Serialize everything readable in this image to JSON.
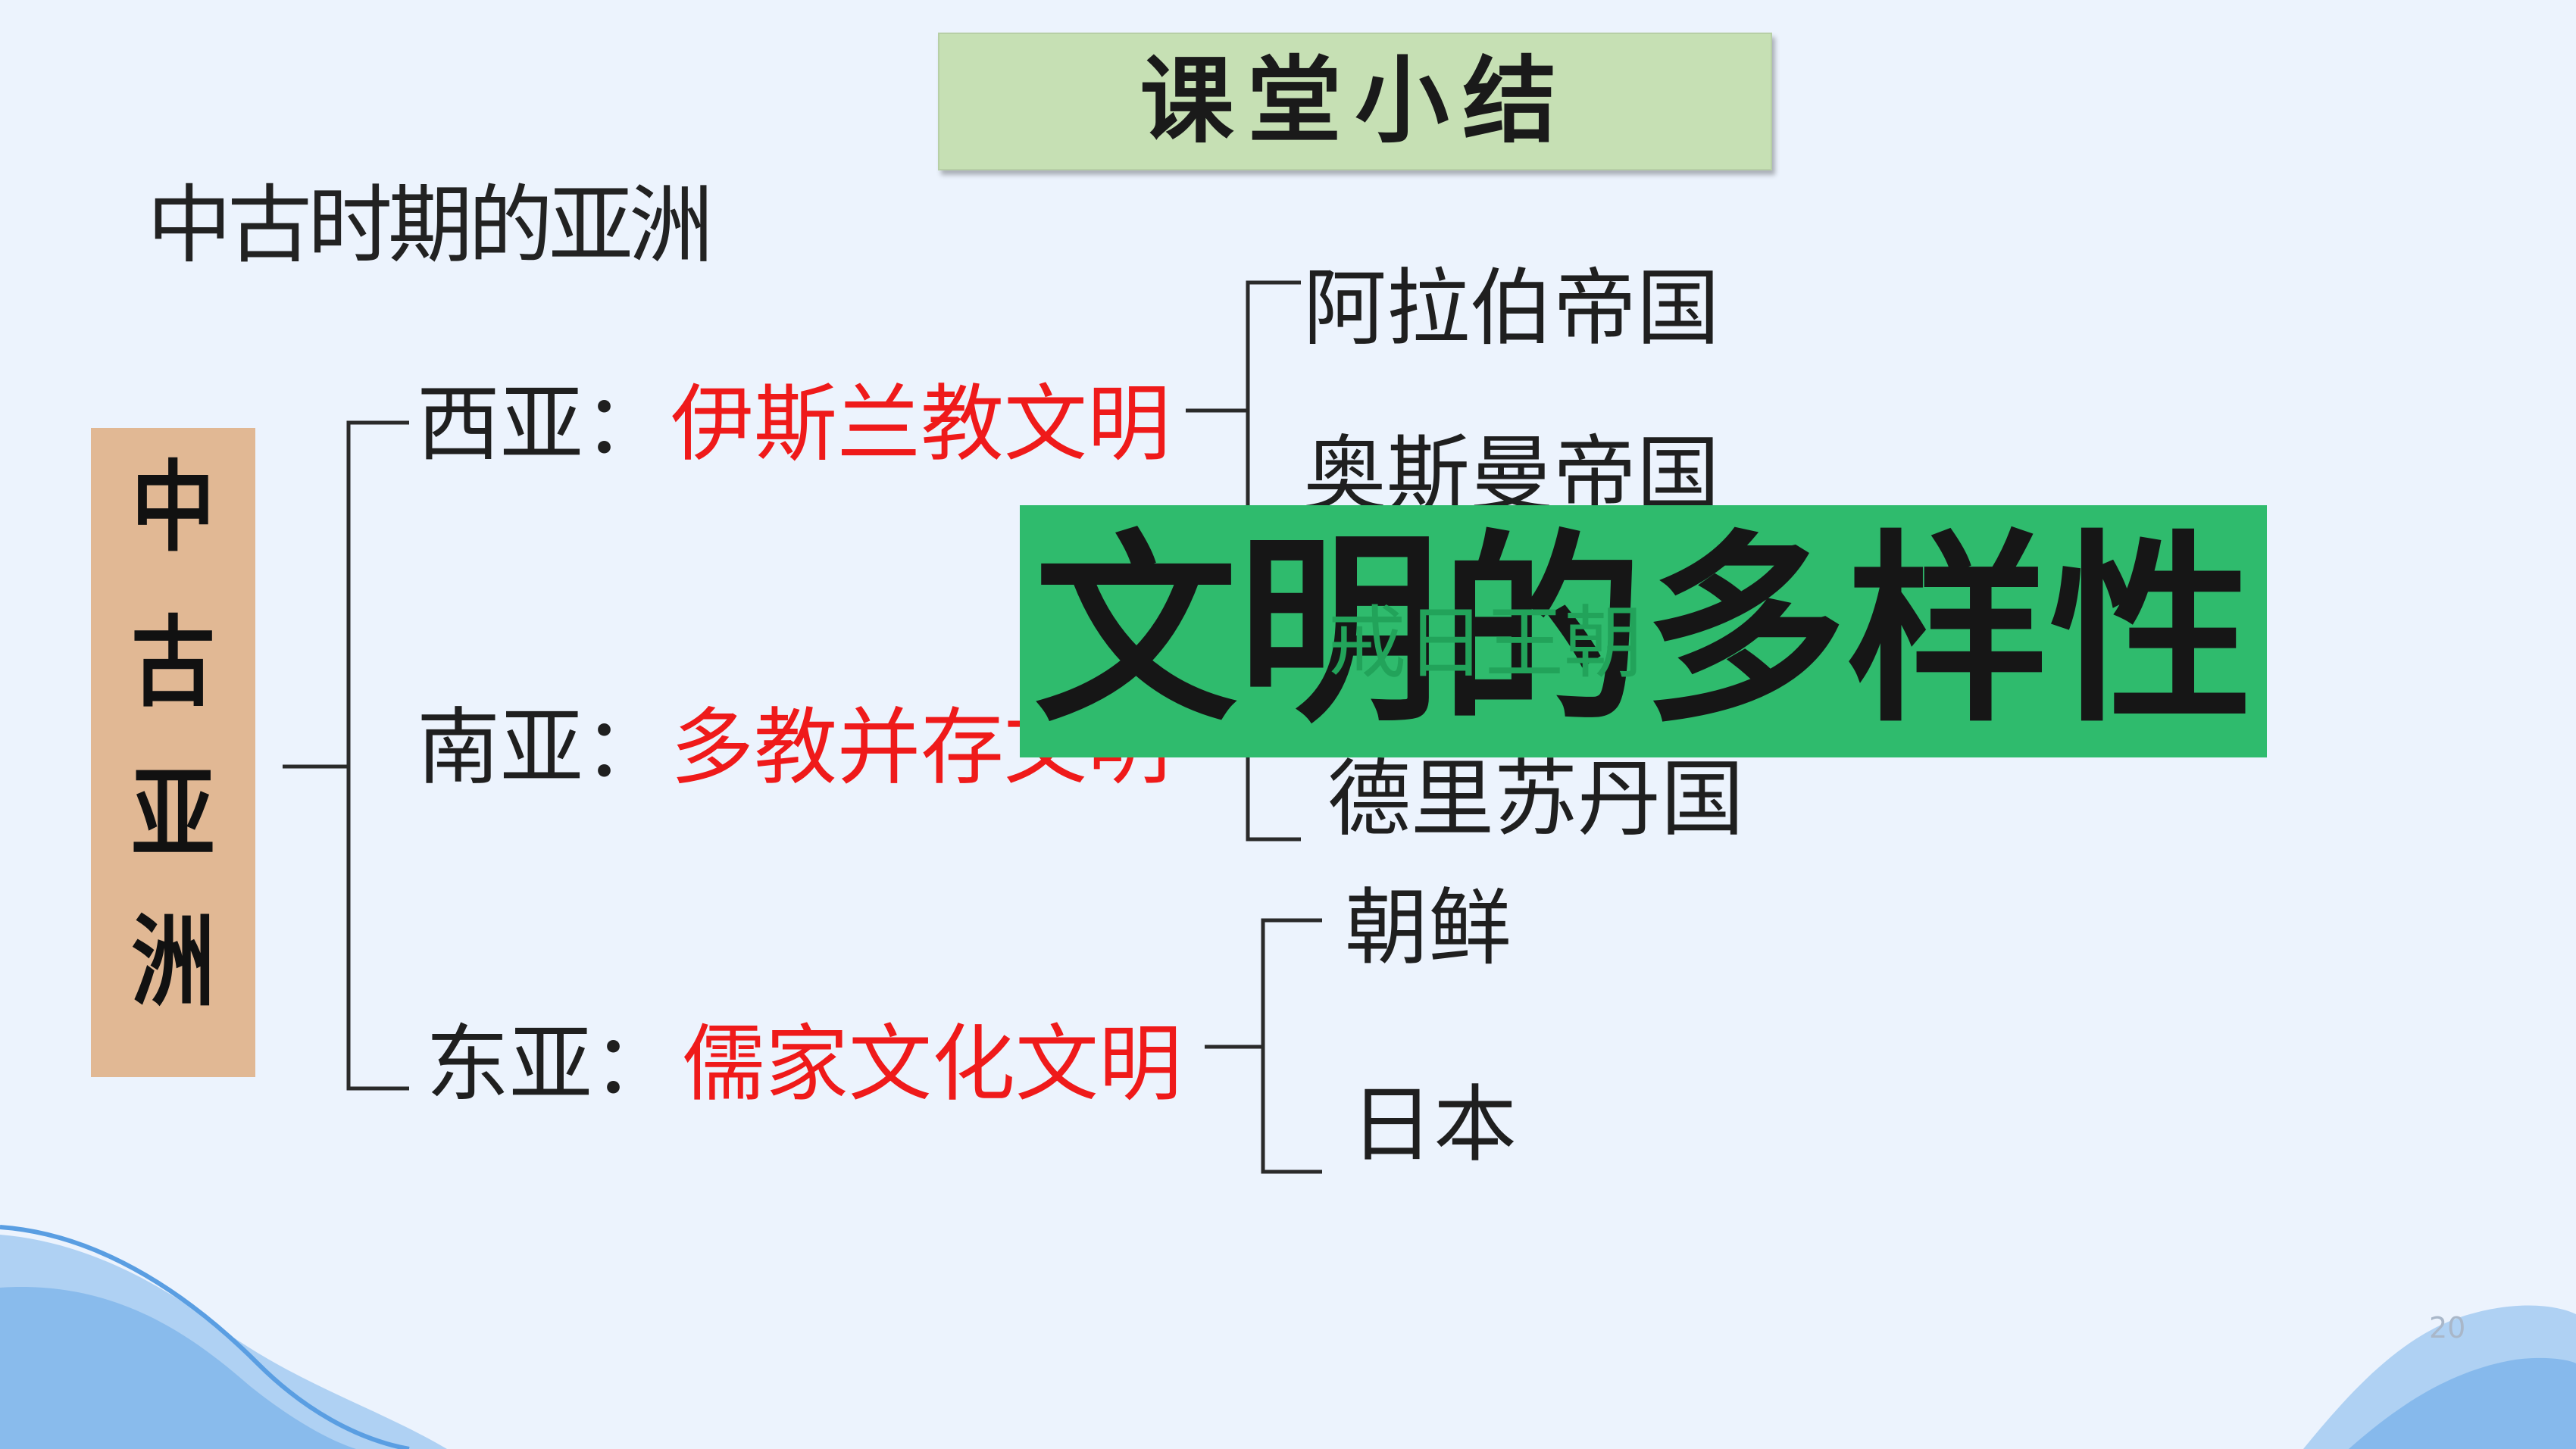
{
  "title": "课堂小结",
  "subtitle": "中古时期的亚洲",
  "vertical_label": [
    "中",
    "古",
    "亚",
    "洲"
  ],
  "west": {
    "region": "西亚：",
    "civilization": "伊斯兰教文明",
    "items": [
      "阿拉伯帝国",
      "奥斯曼帝国"
    ]
  },
  "south": {
    "region": "南亚：",
    "civilization": "多教并存文明",
    "items": [
      "戒日王朝",
      "德里苏丹国"
    ]
  },
  "east": {
    "region": "东亚：",
    "civilization": "儒家文化文明",
    "items": [
      "朝鲜",
      "日本"
    ]
  },
  "overlay_text": "文明的多样性",
  "page_number": "20",
  "colors": {
    "background": "#ecf3fd",
    "title_box": "#c6e0b4",
    "vertical_box": "#e1b894",
    "civilization_text": "#ef1a1a",
    "overlay": "#2fbb6d",
    "wave": "#9cc8f0"
  }
}
